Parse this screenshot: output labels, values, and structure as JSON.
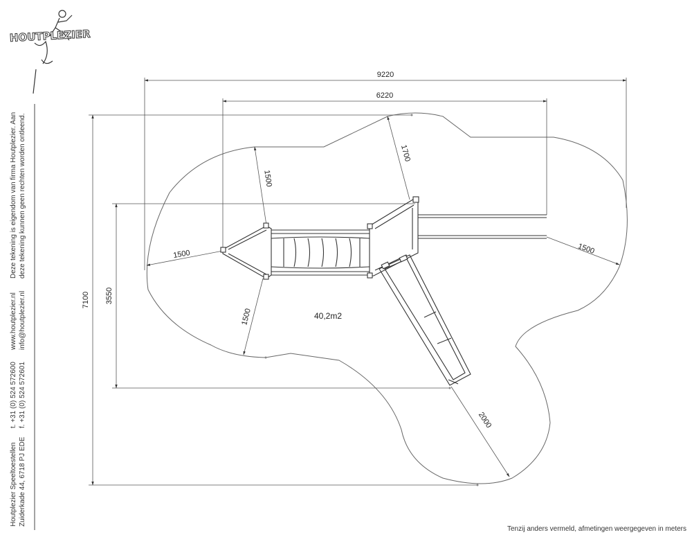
{
  "logo": {
    "text": "HOUTPLEZIER",
    "icon": "climbing-figure-icon"
  },
  "sidebar": {
    "disclaimer_line1": "Deze tekening is eigendom van firma Houtplezier. Aan",
    "disclaimer_line2": "deze tekening kunnen geen rechten worden ontleend.",
    "web": "www.houtplezier.nl",
    "email": "info@houtplezier.nl",
    "phone": "t. +31 (0) 524 572600",
    "fax": "f. +31 (0) 524 572601",
    "company": "Houtplezier Speeltoestellen",
    "address": "Zuiderkade 44, 6718 PJ EDE"
  },
  "dimensions": {
    "overall_width": "9220",
    "inner_width": "6220",
    "overall_height": "7100",
    "inner_height": "3550",
    "radius_top": "1700",
    "radius_upper_left": "1500",
    "radius_left": "1500",
    "radius_lower_left": "1500",
    "radius_right": "1500",
    "radius_slide": "2000"
  },
  "area": "40,2m2",
  "footnote": "Tenzij anders vermeld, afmetingen weergegeven in meters"
}
